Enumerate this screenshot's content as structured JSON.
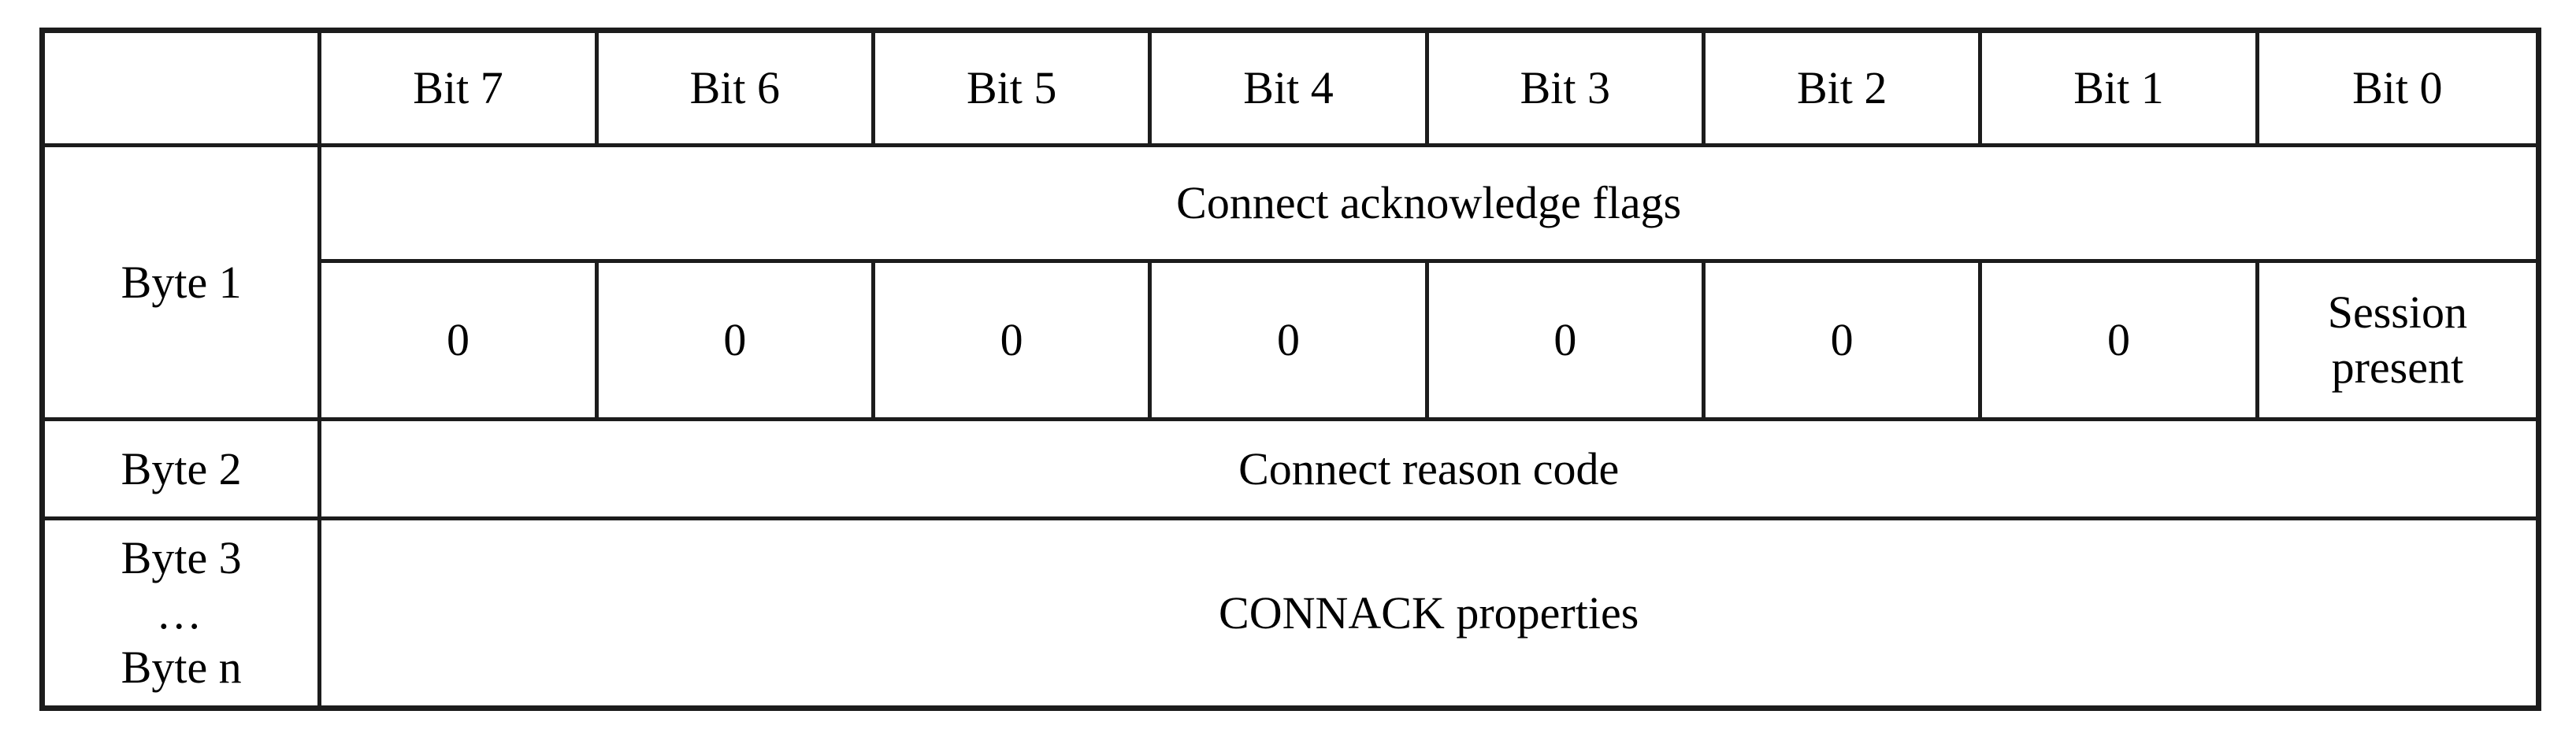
{
  "table": {
    "corner_label": "",
    "bit_headers": [
      "Bit 7",
      "Bit 6",
      "Bit 5",
      "Bit 4",
      "Bit 3",
      "Bit 2",
      "Bit 1",
      "Bit 0"
    ],
    "byte1": {
      "label": "Byte 1",
      "flags_title": "Connect acknowledge flags",
      "bit_values": [
        "0",
        "0",
        "0",
        "0",
        "0",
        "0",
        "0"
      ],
      "bit0_value": "Session present"
    },
    "byte2": {
      "label": "Byte 2",
      "value": "Connect reason code"
    },
    "byte3": {
      "label_lines": [
        "Byte 3",
        "…",
        "Byte n"
      ],
      "value": "CONNACK properties"
    }
  },
  "colors": {
    "border": "#1c1c1c",
    "text": "#000000",
    "background": "#ffffff"
  }
}
